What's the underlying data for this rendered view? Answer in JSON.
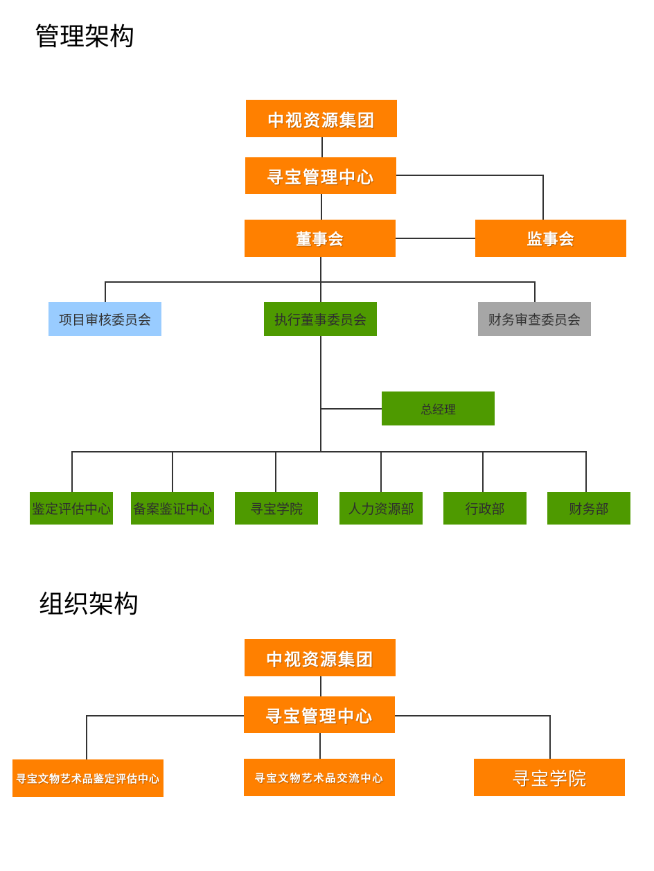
{
  "management": {
    "title": "管理架构",
    "group": "中视资源集团",
    "center": "寻宝管理中心",
    "board": "董事会",
    "supervisory_board": "监事会",
    "committees": [
      "项目审核委员会",
      "执行董事委员会",
      "财务审查委员会"
    ],
    "general_manager": "总经理",
    "departments": [
      "鉴定评估中心",
      "备案鉴证中心",
      "寻宝学院",
      "人力资源部",
      "行政部",
      "财务部"
    ]
  },
  "organization": {
    "title": "组织架构",
    "group": "中视资源集团",
    "center": "寻宝管理中心",
    "units": [
      "寻宝文物艺术品鉴定评估中心",
      "寻宝文物艺术品交流中心",
      "寻宝学院"
    ]
  },
  "colors": {
    "orange": "#FF8000",
    "green": "#4E9A00",
    "light_blue": "#99CCFF",
    "gray": "#A6A6A6",
    "connector": "#333333"
  }
}
